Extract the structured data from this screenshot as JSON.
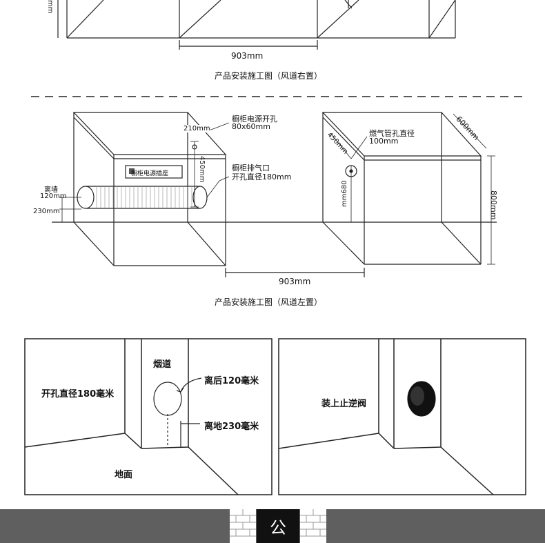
{
  "top_section": {
    "dim_label": "903mm",
    "caption": "产品安装施工图（风道右置）",
    "edge_label": "mm"
  },
  "middle_section": {
    "caption": "产品安装施工图（风道左置）",
    "dim_width": "903mm",
    "dim_depth": "600mm",
    "dim_height": "800mm",
    "socket_label": "橱柜电源插座",
    "power_hole_title": "橱柜电源开孔",
    "power_hole_size": "80x60mm",
    "dim_210": "210mm",
    "dim_450_left": "450mm",
    "exhaust_title": "橱柜排气口",
    "exhaust_size": "开孔直径180mm",
    "wall_label": "离墙",
    "dim_120": "120mm",
    "dim_230": "230mm",
    "gas_title": "燃气管孔直径",
    "gas_size": "100mm",
    "dim_450_right": "450mm",
    "dim_680": "mm680"
  },
  "bottom_left": {
    "hole_label": "开孔直径180毫米",
    "flue_label": "烟道",
    "back_label": "离后120毫米",
    "ground_dist_label": "离地230毫米",
    "floor_label": "地面"
  },
  "bottom_right": {
    "valve_label": "装上止逆阀"
  },
  "footer": {
    "char": "公"
  },
  "colors": {
    "line": "#222222",
    "footer_bg": "#5f5f5f",
    "char_box": "#111111"
  }
}
